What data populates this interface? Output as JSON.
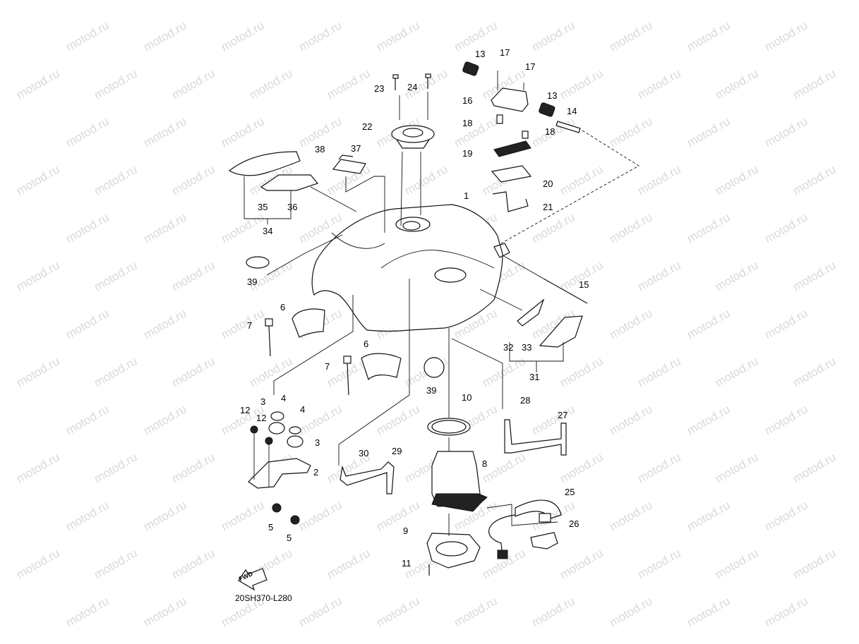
{
  "watermark": {
    "text": "motod.ru"
  },
  "diagram_code": "20SH370-L280",
  "fwd_label": "FWD",
  "part_numbers": [
    "1",
    "2",
    "3",
    "3",
    "4",
    "4",
    "5",
    "5",
    "6",
    "6",
    "7",
    "7",
    "8",
    "9",
    "10",
    "11",
    "12",
    "12",
    "13",
    "13",
    "14",
    "15",
    "16",
    "17",
    "17",
    "18",
    "18",
    "19",
    "20",
    "21",
    "22",
    "23",
    "24",
    "25",
    "26",
    "27",
    "28",
    "29",
    "30",
    "31",
    "32",
    "33",
    "34",
    "35",
    "36",
    "37",
    "38",
    "39",
    "39"
  ]
}
